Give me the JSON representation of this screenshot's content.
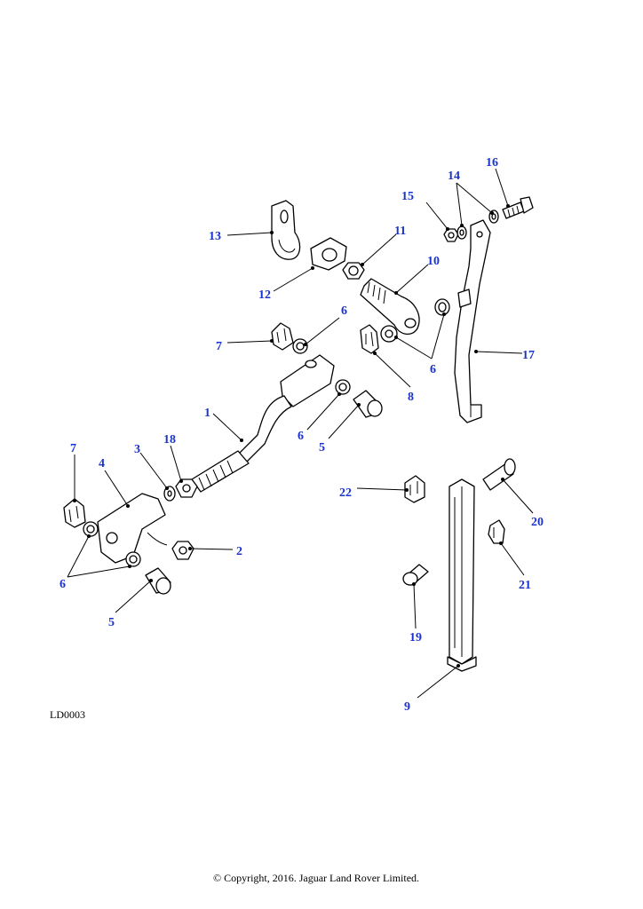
{
  "diagram": {
    "reference": "LD0003",
    "copyright": "© Copyright, 2016. Jaguar Land Rover Limited.",
    "callout_color": "#1a33cc",
    "callouts": [
      "1",
      "2",
      "3",
      "4",
      "5",
      "5",
      "6",
      "6",
      "6",
      "6",
      "7",
      "7",
      "8",
      "9",
      "10",
      "11",
      "12",
      "13",
      "14",
      "15",
      "16",
      "17",
      "18",
      "19",
      "20",
      "21",
      "22"
    ]
  }
}
